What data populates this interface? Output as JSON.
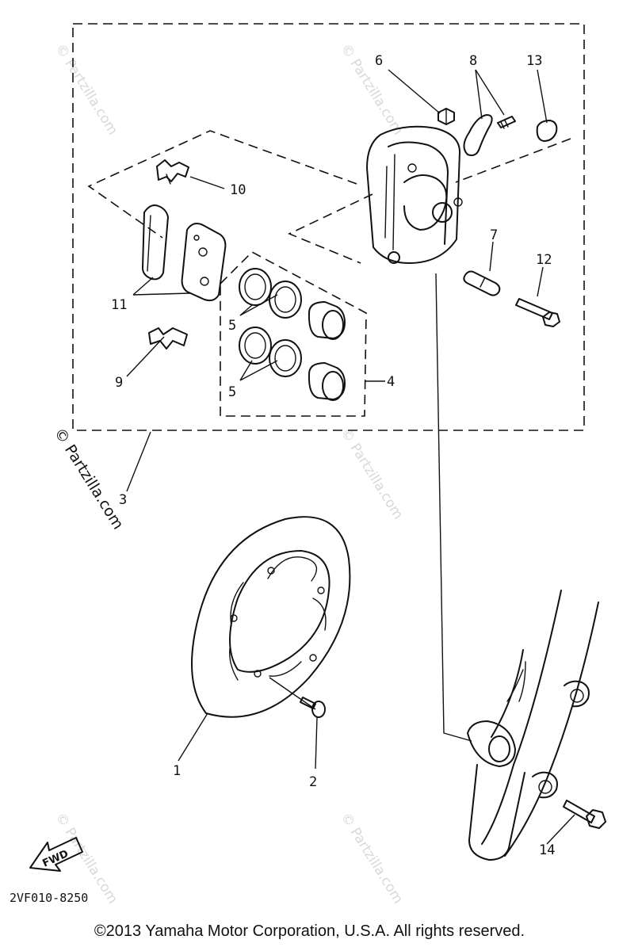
{
  "diagram": {
    "code": "2VF010-8250",
    "fwd_label": "FWD",
    "watermark": "© Partzilla.com",
    "callouts": [
      "1",
      "2",
      "3",
      "4",
      "5",
      "5",
      "6",
      "7",
      "8",
      "9",
      "10",
      "11",
      "12",
      "13",
      "14"
    ]
  },
  "footer": {
    "copyright": "©2013  Yamaha Motor Corporation, U.S.A. All rights reserved."
  }
}
